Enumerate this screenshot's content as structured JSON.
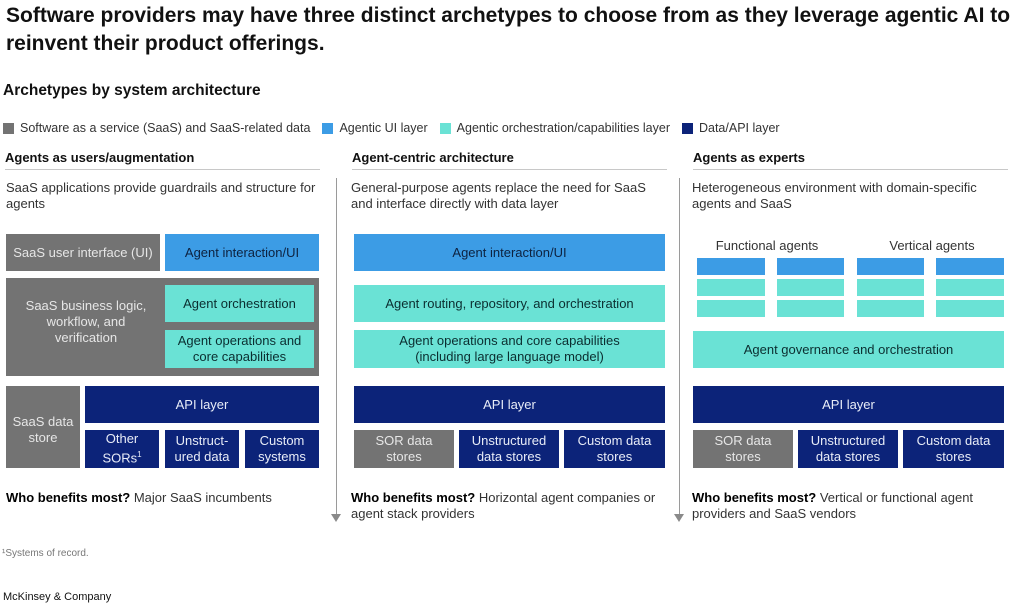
{
  "title": "Software providers may have three distinct archetypes to choose from as they leverage agentic AI to reinvent their product offerings.",
  "subtitle": "Archetypes by system architecture",
  "colors": {
    "saas": "#737373",
    "agentic_ui": "#3c9ce5",
    "orchestration": "#6ae2d5",
    "data_api": "#0c2379"
  },
  "legend": [
    {
      "label": "Software as a service (SaaS) and SaaS-related data",
      "color": "#737373"
    },
    {
      "label": "Agentic UI layer",
      "color": "#3c9ce5"
    },
    {
      "label": "Agentic orchestration/capabilities layer",
      "color": "#6ae2d5"
    },
    {
      "label": "Data/API layer",
      "color": "#0c2379"
    }
  ],
  "columns": [
    {
      "heading": "Agents as users/augmentation",
      "description": "SaaS applications provide guardrails and structure for agents",
      "boxes": {
        "saas_ui": "SaaS user interface (UI)",
        "agent_ui": "Agent interaction/UI",
        "saas_logic": "SaaS business logic, workflow, and verification",
        "agent_orchestration": "Agent orchestration",
        "agent_ops": "Agent operations and core capabilities",
        "saas_store": "SaaS data store",
        "api": "API layer",
        "other_sors": "Other SORs",
        "other_sors_sup": "1",
        "unstructured": "Unstruct-ured data",
        "custom": "Custom systems"
      },
      "benefit_label": "Who benefits most?",
      "benefit_text": " Major SaaS incumbents"
    },
    {
      "heading": "Agent-centric architecture",
      "description": "General-purpose agents replace the need for SaaS and interface directly with data layer",
      "boxes": {
        "agent_ui": "Agent interaction/UI",
        "routing": "Agent routing, repository, and orchestration",
        "agent_ops": "Agent operations and core capabilities (including large language model)",
        "api": "API layer",
        "sor": "SOR data stores",
        "unstructured": "Unstructured data stores",
        "custom": "Custom data stores"
      },
      "benefit_label": "Who benefits most?",
      "benefit_text": " Horizontal agent companies or agent stack providers"
    },
    {
      "heading": "Agents as experts",
      "description": "Heterogeneous environment with domain-specific agents and SaaS",
      "boxes": {
        "functional_label": "Functional agents",
        "vertical_label": "Vertical agents",
        "governance": "Agent governance and orchestration",
        "api": "API layer",
        "sor": "SOR data stores",
        "unstructured": "Unstructured data stores",
        "custom": "Custom data stores"
      },
      "benefit_label": "Who benefits most?",
      "benefit_text": " Vertical or functional agent providers and SaaS vendors"
    }
  ],
  "footnote": "¹Systems of record.",
  "brand": "McKinsey & Company"
}
